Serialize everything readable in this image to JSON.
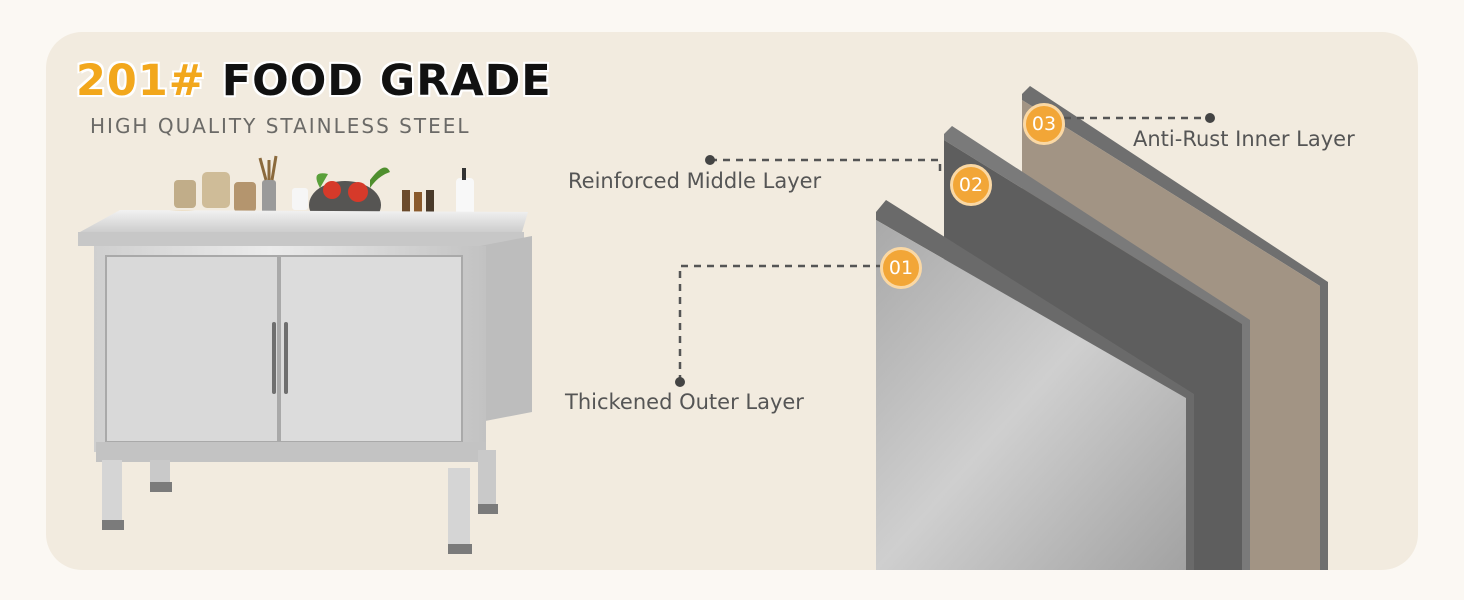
{
  "header": {
    "grade": "201#",
    "title": "FOOD GRADE",
    "subtitle": "HIGH QUALITY STAINLESS STEEL"
  },
  "layers": [
    {
      "number": "01",
      "label": "Thickened Outer Layer"
    },
    {
      "number": "02",
      "label": "Reinforced Middle Layer"
    },
    {
      "number": "03",
      "label": "Anti-Rust Inner Layer"
    }
  ],
  "colors": {
    "accent": "#f2a71c",
    "badge": "#f2a637",
    "panel_background": "#f2ebdf",
    "outer_layer": "#9a9a9a",
    "middle_layer": "#5e5e5e",
    "inner_layer": "#a29484"
  }
}
